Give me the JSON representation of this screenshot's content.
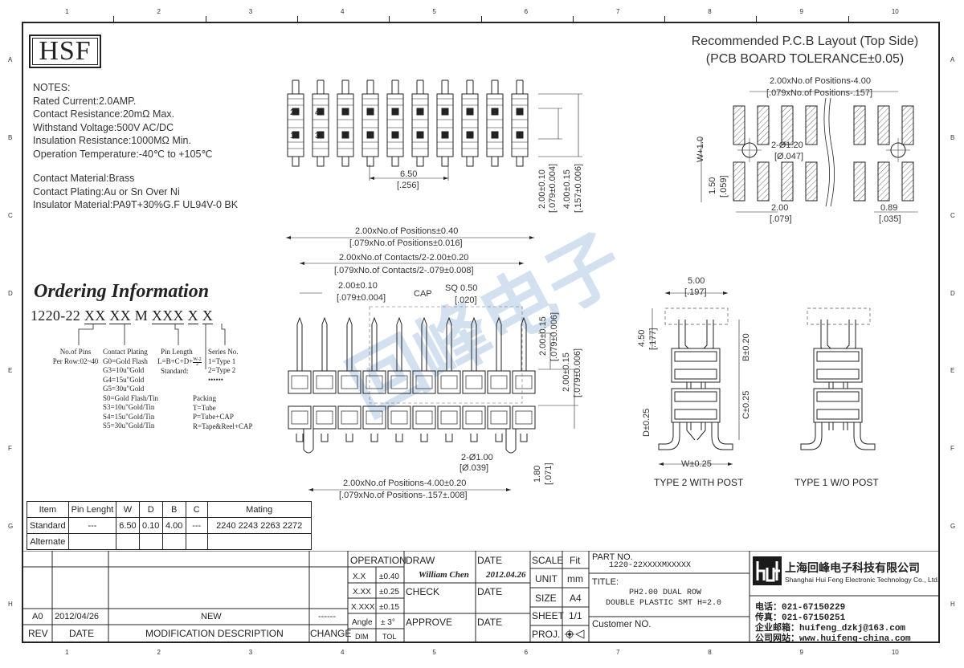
{
  "border": {
    "top_numbers": [
      "1",
      "2",
      "3",
      "4",
      "5",
      "6",
      "7",
      "8",
      "9",
      "10"
    ],
    "side_letters": [
      "A",
      "B",
      "C",
      "D",
      "E",
      "F",
      "G",
      "H"
    ]
  },
  "logo": "HSF",
  "notes": {
    "heading": "NOTES:",
    "lines": [
      "Rated Current:2.0AMP.",
      "Contact Resistance:20mΩ Max.",
      "Withstand Voltage:500V AC/DC",
      "Insulation Resistance:1000MΩ Min.",
      "Operation Temperature:-40℃ to +105℃"
    ],
    "material_lines": [
      "Contact Material:Brass",
      "Contact Plating:Au or Sn Over Ni",
      "Insulator Material:PA9T+30%G.F UL94V-0 BK"
    ]
  },
  "ordering": {
    "title": "Ordering Information",
    "part_prefix": "1220-22",
    "codes": [
      "XX",
      "XX",
      "M",
      "XXX",
      "X",
      "X"
    ],
    "pins_label": [
      "No.of Pins",
      "Per Row:02~40"
    ],
    "plating_title": "Contact Plating",
    "plating_options": [
      "G0=Gold Flash",
      "G3=10u\"Gold",
      "G4=15u\"Gold",
      "G5=30u\"Gold",
      "S0=Gold Flash/Tin",
      "S3=10u\"Gold/Tin",
      "S4=15u\"Gold/Tin",
      "S5=30u\"Gold/Tin"
    ],
    "length_title": "Pin Length",
    "length_formula": "L=B+C+D+",
    "length_fraction": "W-2",
    "length_standard": "Standard:",
    "series_title": "Series No.",
    "series_options": [
      "1=Type 1",
      "2=Type 2",
      "••••••"
    ],
    "packing_title": "Packing",
    "packing_options": [
      "T=Tube",
      "P=Tube+CAP",
      "R=Tape&Reel+CAP"
    ]
  },
  "pcb": {
    "title_line1": "Recommended P.C.B Layout (Top Side)",
    "title_line2": "(PCB BOARD TOLERANCE±0.05)",
    "dim_top": "2.00xNo.of Positions-4.00",
    "dim_top_in": "[.079xNo.of Positions-.157]",
    "hole_dim": "2-Ø1.20",
    "hole_dim_in": "[Ø.047]",
    "w_dim": "W+1.0",
    "pad_dim": "1.50",
    "pad_dim_in": "[.059]",
    "pitch": "2.00",
    "pitch_in": "[.079]",
    "pad_width": "0.89",
    "pad_width_in": "[.035]"
  },
  "top_view": {
    "pin_labels": [
      "2",
      "4",
      "1",
      "3"
    ],
    "dim_650": "6.50",
    "dim_650_in": "[.256]",
    "dim_200": "2.00±0.10",
    "dim_200_in": "[.079±0.004]",
    "dim_400": "4.00±0.15",
    "dim_400_in": "[.157±0.006]"
  },
  "front_view": {
    "d1": "2.00xNo.of Positions±0.40",
    "d1_in": "[.079xNo.of Positions±0.016]",
    "d2": "2.00xNo.of Contacts/2-2.00±0.20",
    "d2_in": "[.079xNo.of Contacts/2-.079±0.008]",
    "d3": "2.00±0.10",
    "d3_in": "[.079±0.004]",
    "cap": "CAP",
    "sq": "SQ 0.50",
    "sq_in": "[.020]",
    "r1": "2.00±0.15",
    "r1_in": "[.079±0.006]",
    "r2": "2.00±0.15",
    "r2_in": "[.079±0.006]",
    "post": "2-Ø1.00",
    "post_in": "[Ø.039]",
    "post_h": "1.80",
    "post_h_in": "[.071]",
    "bottom": "2.00xNo.of Positions-4.00±0.20",
    "bottom_in": "[.079xNo.of Positions-.157±.008]"
  },
  "side_views": {
    "w500": "5.00",
    "w500_in": "[.197]",
    "h450": "4.50",
    "h450_in": "[.177]",
    "b": "B±0.20",
    "c": "C±0.25",
    "d": "D±0.25",
    "w": "W±0.25",
    "type2": "TYPE 2 WITH POST",
    "type1": "TYPE 1 W/O POST"
  },
  "watermark": "回峰电子",
  "spec_table": {
    "headers": [
      "Item",
      "Pin Lenght",
      "W",
      "D",
      "B",
      "C",
      "Mating"
    ],
    "rows": [
      [
        "Standard",
        "---",
        "6.50",
        "0.10",
        "4.00",
        "---",
        "2240 2243 2263 2272"
      ],
      [
        "Alternate",
        "",
        "",
        "",
        "",
        "",
        ""
      ]
    ]
  },
  "title_block": {
    "rev_row": [
      "A0",
      "2012/04/26",
      "NEW",
      "------"
    ],
    "rev_headers": [
      "REV",
      "DATE",
      "MODIFICATION DESCRIPTION",
      "CHANGE"
    ],
    "operation": "OPERATION",
    "tolerances": [
      [
        "X.X",
        "±0.40"
      ],
      [
        "X.XX",
        "±0.25"
      ],
      [
        "X.XXX",
        "±0.15"
      ],
      [
        "Angle",
        "± 3°"
      ]
    ],
    "dim_tol": [
      "DIM",
      "TOL"
    ],
    "draw": "DRAW",
    "drawer": "William Chen",
    "check": "CHECK",
    "approve": "APPROVE",
    "date": "DATE",
    "draw_date": "2012.04.26",
    "scale": "SCALE",
    "scale_val": "Fit",
    "unit": "UNIT",
    "unit_val": "mm",
    "size": "SIZE",
    "size_val": "A4",
    "sheet": "SHEET",
    "sheet_val": "1/1",
    "proj": "PROJ.",
    "part_no_label": "PART NO.",
    "part_no": "1220-22XXXXMXXXXX",
    "title_label": "TITLE:",
    "title_1": "PH2.00 DUAL ROW",
    "title_2": "DOUBLE PLASTIC SMT H=2.0",
    "customer": "Customer NO.",
    "company_cn": "上海回峰电子科技有限公司",
    "company_en": "Shanghai Hui Feng Electronic Technology Co., Ltd.",
    "tel": "电话：021-67150229",
    "fax": "传真：021-67150251",
    "email": "企业邮箱：huifeng_dzkj@163.com",
    "web": "公司网站：www.huifeng-china.com"
  }
}
